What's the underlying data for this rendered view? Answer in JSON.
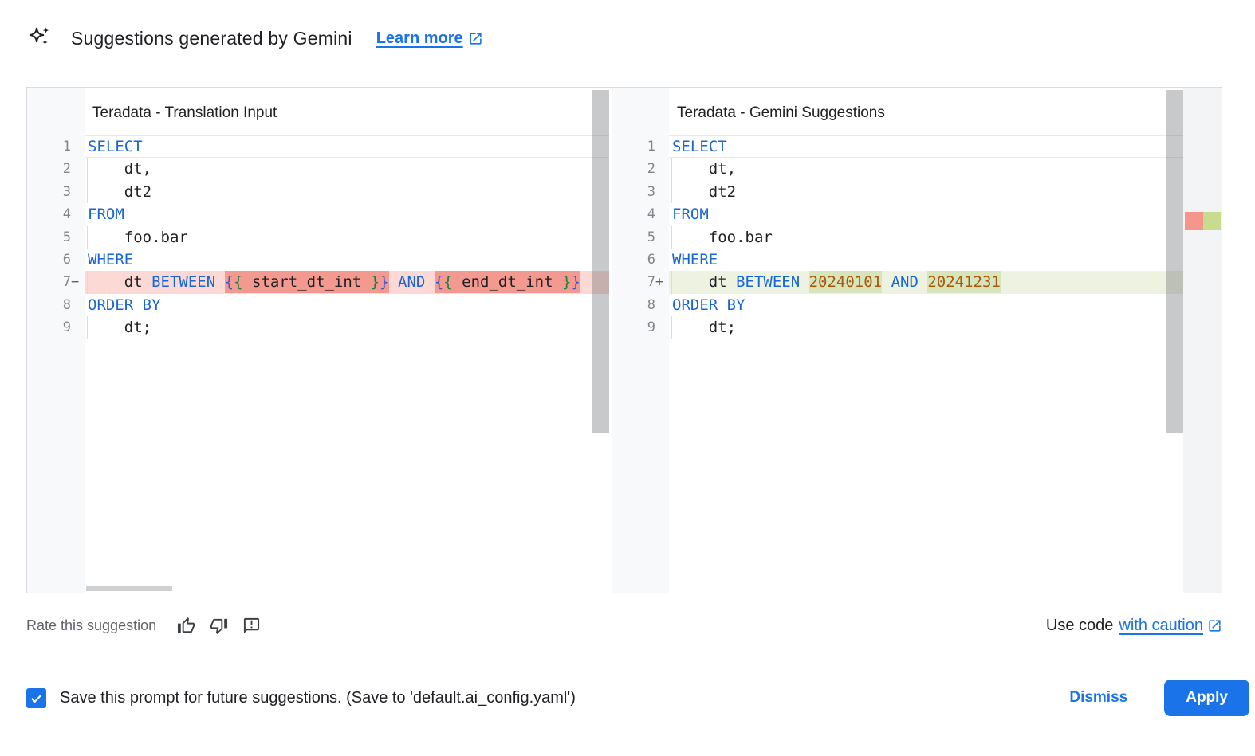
{
  "header": {
    "title": "Suggestions generated by Gemini",
    "learn_more_label": "Learn more"
  },
  "diff": {
    "left": {
      "title": "Teradata - Translation Input",
      "lines": [
        {
          "num": "1",
          "sign": "",
          "current": true,
          "segs": [
            {
              "t": "SELECT",
              "c": "kw"
            }
          ]
        },
        {
          "num": "2",
          "sign": "",
          "indent": true,
          "segs": [
            {
              "t": "    dt,",
              "c": "plain"
            }
          ]
        },
        {
          "num": "3",
          "sign": "",
          "indent": true,
          "segs": [
            {
              "t": "    dt2",
              "c": "plain"
            }
          ]
        },
        {
          "num": "4",
          "sign": "",
          "segs": [
            {
              "t": "FROM",
              "c": "kw"
            }
          ]
        },
        {
          "num": "5",
          "sign": "",
          "indent": true,
          "segs": [
            {
              "t": "    foo.bar",
              "c": "plain"
            }
          ]
        },
        {
          "num": "6",
          "sign": "",
          "segs": [
            {
              "t": "WHERE",
              "c": "kw"
            }
          ]
        },
        {
          "num": "7",
          "sign": "−",
          "diff": "removed",
          "indent": true,
          "segs": [
            {
              "t": "    dt ",
              "c": "plain"
            },
            {
              "t": "BETWEEN",
              "c": "kw"
            },
            {
              "t": " ",
              "c": "plain"
            },
            {
              "t": "{",
              "c": "brB",
              "h": true
            },
            {
              "t": "{",
              "c": "brG",
              "h": true
            },
            {
              "t": " start_dt_int ",
              "c": "plain",
              "h": true
            },
            {
              "t": "}",
              "c": "brG",
              "h": true
            },
            {
              "t": "}",
              "c": "brB",
              "h": true
            },
            {
              "t": " ",
              "c": "plain"
            },
            {
              "t": "AND",
              "c": "kw"
            },
            {
              "t": " ",
              "c": "plain"
            },
            {
              "t": "{",
              "c": "brB",
              "h": true
            },
            {
              "t": "{",
              "c": "brG",
              "h": true
            },
            {
              "t": " end_dt_int ",
              "c": "plain",
              "h": true
            },
            {
              "t": "}",
              "c": "brG",
              "h": true
            },
            {
              "t": "}",
              "c": "brB",
              "h": true
            }
          ]
        },
        {
          "num": "8",
          "sign": "",
          "segs": [
            {
              "t": "ORDER BY",
              "c": "kw"
            }
          ]
        },
        {
          "num": "9",
          "sign": "",
          "indent": true,
          "segs": [
            {
              "t": "    dt;",
              "c": "plain"
            }
          ]
        }
      ]
    },
    "right": {
      "title": "Teradata - Gemini Suggestions",
      "lines": [
        {
          "num": "1",
          "sign": "",
          "current": true,
          "segs": [
            {
              "t": "SELECT",
              "c": "kw"
            }
          ]
        },
        {
          "num": "2",
          "sign": "",
          "indent": true,
          "segs": [
            {
              "t": "    dt,",
              "c": "plain"
            }
          ]
        },
        {
          "num": "3",
          "sign": "",
          "indent": true,
          "segs": [
            {
              "t": "    dt2",
              "c": "plain"
            }
          ]
        },
        {
          "num": "4",
          "sign": "",
          "segs": [
            {
              "t": "FROM",
              "c": "kw"
            }
          ]
        },
        {
          "num": "5",
          "sign": "",
          "indent": true,
          "segs": [
            {
              "t": "    foo.bar",
              "c": "plain"
            }
          ]
        },
        {
          "num": "6",
          "sign": "",
          "segs": [
            {
              "t": "WHERE",
              "c": "kw"
            }
          ]
        },
        {
          "num": "7",
          "sign": "+",
          "diff": "added",
          "indent": true,
          "segs": [
            {
              "t": "    dt ",
              "c": "plain"
            },
            {
              "t": "BETWEEN",
              "c": "kw"
            },
            {
              "t": " ",
              "c": "plain"
            },
            {
              "t": "20240101",
              "c": "num",
              "h": true
            },
            {
              "t": " ",
              "c": "plain"
            },
            {
              "t": "AND",
              "c": "kw"
            },
            {
              "t": " ",
              "c": "plain"
            },
            {
              "t": "20241231",
              "c": "num",
              "h": true
            }
          ]
        },
        {
          "num": "8",
          "sign": "",
          "segs": [
            {
              "t": "ORDER BY",
              "c": "kw"
            }
          ]
        },
        {
          "num": "9",
          "sign": "",
          "indent": true,
          "segs": [
            {
              "t": "    dt;",
              "c": "plain"
            }
          ]
        }
      ]
    }
  },
  "footer": {
    "rate_label": "Rate this suggestion",
    "use_code_prefix": "Use code",
    "use_code_link": "with caution"
  },
  "action_bar": {
    "checkbox_checked": true,
    "save_label": "Save this prompt for future suggestions. (Save to 'default.ai_config.yaml')",
    "dismiss_label": "Dismiss",
    "apply_label": "Apply"
  },
  "colors": {
    "accent_blue": "#1a73e8",
    "tokens": {
      "kw": "#1967d2",
      "plain": "#202124",
      "num": "#a9590e",
      "brB": "#2f5bd8",
      "brG": "#188038"
    },
    "diff": {
      "removed_row": "#fcd9d5",
      "removed_word": "#f4998f",
      "added_row": "#eef2e1",
      "added_word": "#d8e4ba",
      "ruler_removed": "#f6958c",
      "ruler_added": "#c8dc90"
    }
  }
}
